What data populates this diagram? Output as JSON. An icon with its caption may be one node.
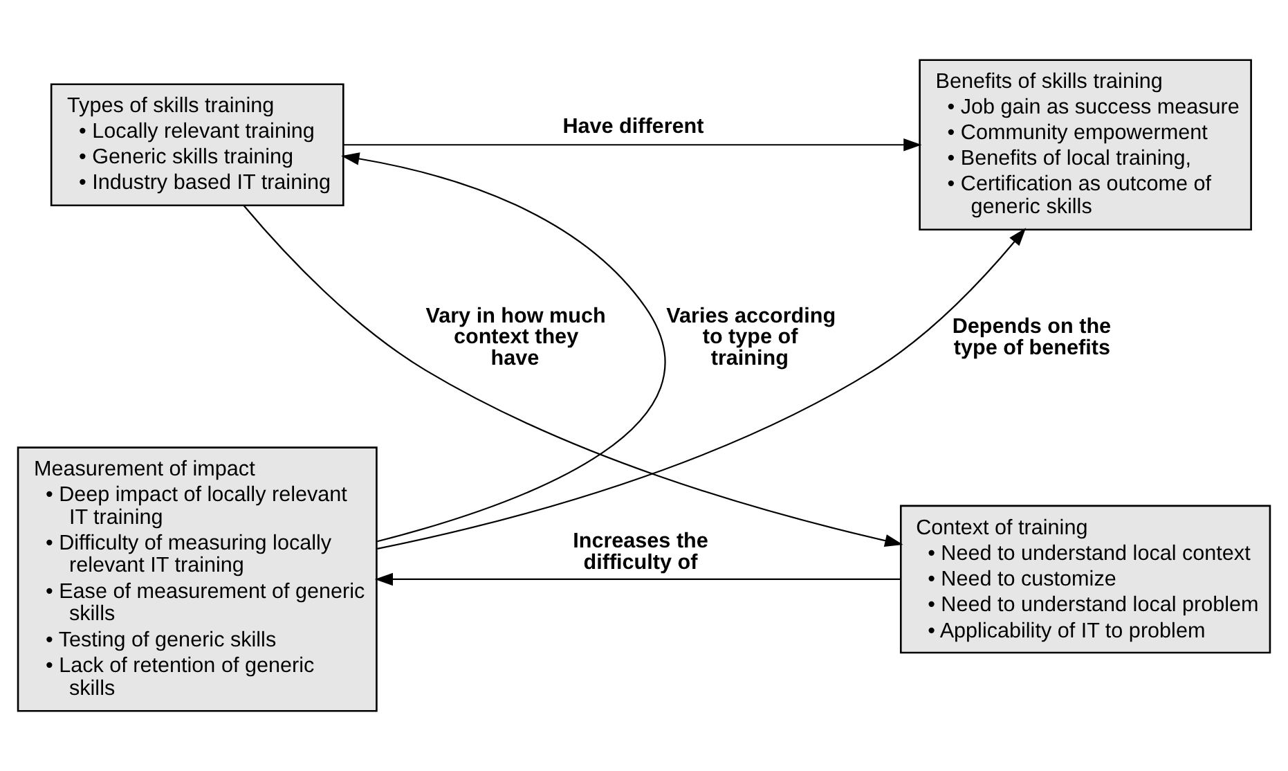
{
  "diagram": {
    "nodes": [
      {
        "text": [
          "Types of skills training",
          "• Locally relevant training",
          "• Generic skills training",
          "• Industry based IT training"
        ]
      },
      {
        "text": [
          "Benefits of skills training",
          "• Job gain as success measure",
          "• Community empowerment",
          "• Benefits of local training,",
          "• Certification as outcome of generic skills"
        ]
      },
      {
        "text": [
          "Measurement of impact",
          "• Deep impact of locally relevant IT training",
          "• Difficulty of measuring locally relevant IT training",
          "• Ease of measurement of generic skills",
          "• Testing of generic skills",
          "• Lack of retention of generic skills"
        ]
      },
      {
        "text": [
          "Context of training",
          "• Need to understand local context",
          "• Need to customize",
          "• Need to understand local problem",
          "• Applicability of IT to problem"
        ]
      }
    ],
    "edges": [
      {
        "from": 0,
        "to": 1,
        "arrow": "to",
        "label": "Have different"
      },
      {
        "from": 0,
        "to": 3,
        "arrow": "to",
        "label": "Vary in how much context they have"
      },
      {
        "from": 3,
        "to": 2,
        "arrow": "to",
        "label": "Increases the difficulty of"
      },
      {
        "from": 2,
        "to": 0,
        "arrow": "to",
        "label": "Varies according to type of training"
      },
      {
        "from": 2,
        "to": 1,
        "arrow": "to",
        "label": "Depends on the type of benefits"
      }
    ]
  }
}
